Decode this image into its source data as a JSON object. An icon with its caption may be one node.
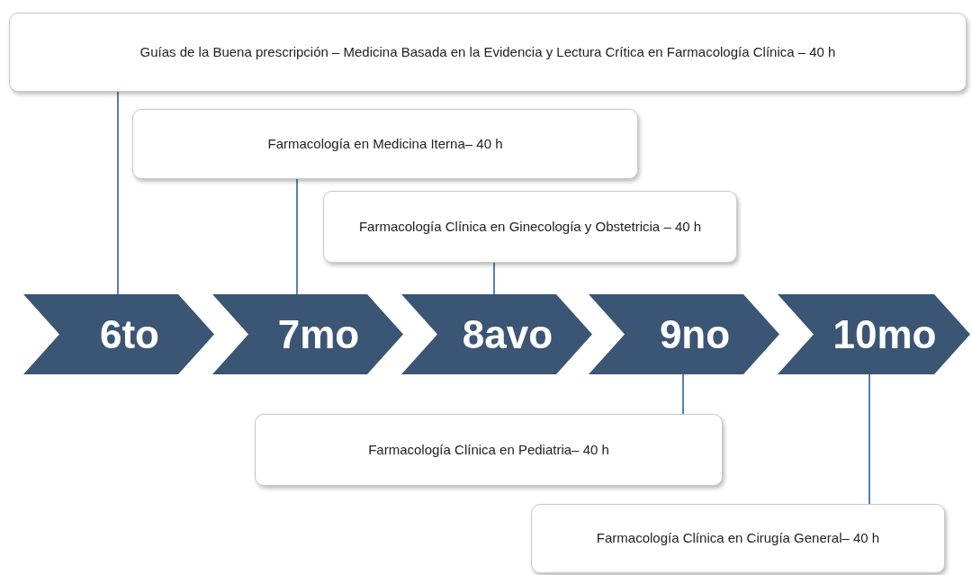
{
  "diagram": {
    "nodes": [
      {
        "text": [
          "Guías de la Buena prescripción – Medicina Basada en la Evidencia y Lectura Crítica en Farmacología Clínica – 40 h"
        ]
      },
      {
        "text": [
          "Farmacología en Medicina Iterna– 40 h"
        ]
      },
      {
        "text": [
          "Farmacología Clínica en Ginecología y Obstetricia – 40 h"
        ]
      },
      {
        "text": [
          "6to"
        ]
      },
      {
        "text": [
          "7mo"
        ]
      },
      {
        "text": [
          "8avo"
        ]
      },
      {
        "text": [
          "9no"
        ]
      },
      {
        "text": [
          "10mo"
        ]
      },
      {
        "text": [
          "Farmacología Clínica en Pediatria– 40 h"
        ]
      },
      {
        "text": [
          "Farmacología Clínica en Cirugía General– 40 h"
        ]
      }
    ],
    "edges": [
      {
        "from": 0,
        "to": 3,
        "arrow": "none"
      },
      {
        "from": 1,
        "to": 4,
        "arrow": "none"
      },
      {
        "from": 2,
        "to": 5,
        "arrow": "none"
      },
      {
        "from": 6,
        "to": 8,
        "arrow": "none"
      },
      {
        "from": 7,
        "to": 9,
        "arrow": "none"
      }
    ]
  }
}
